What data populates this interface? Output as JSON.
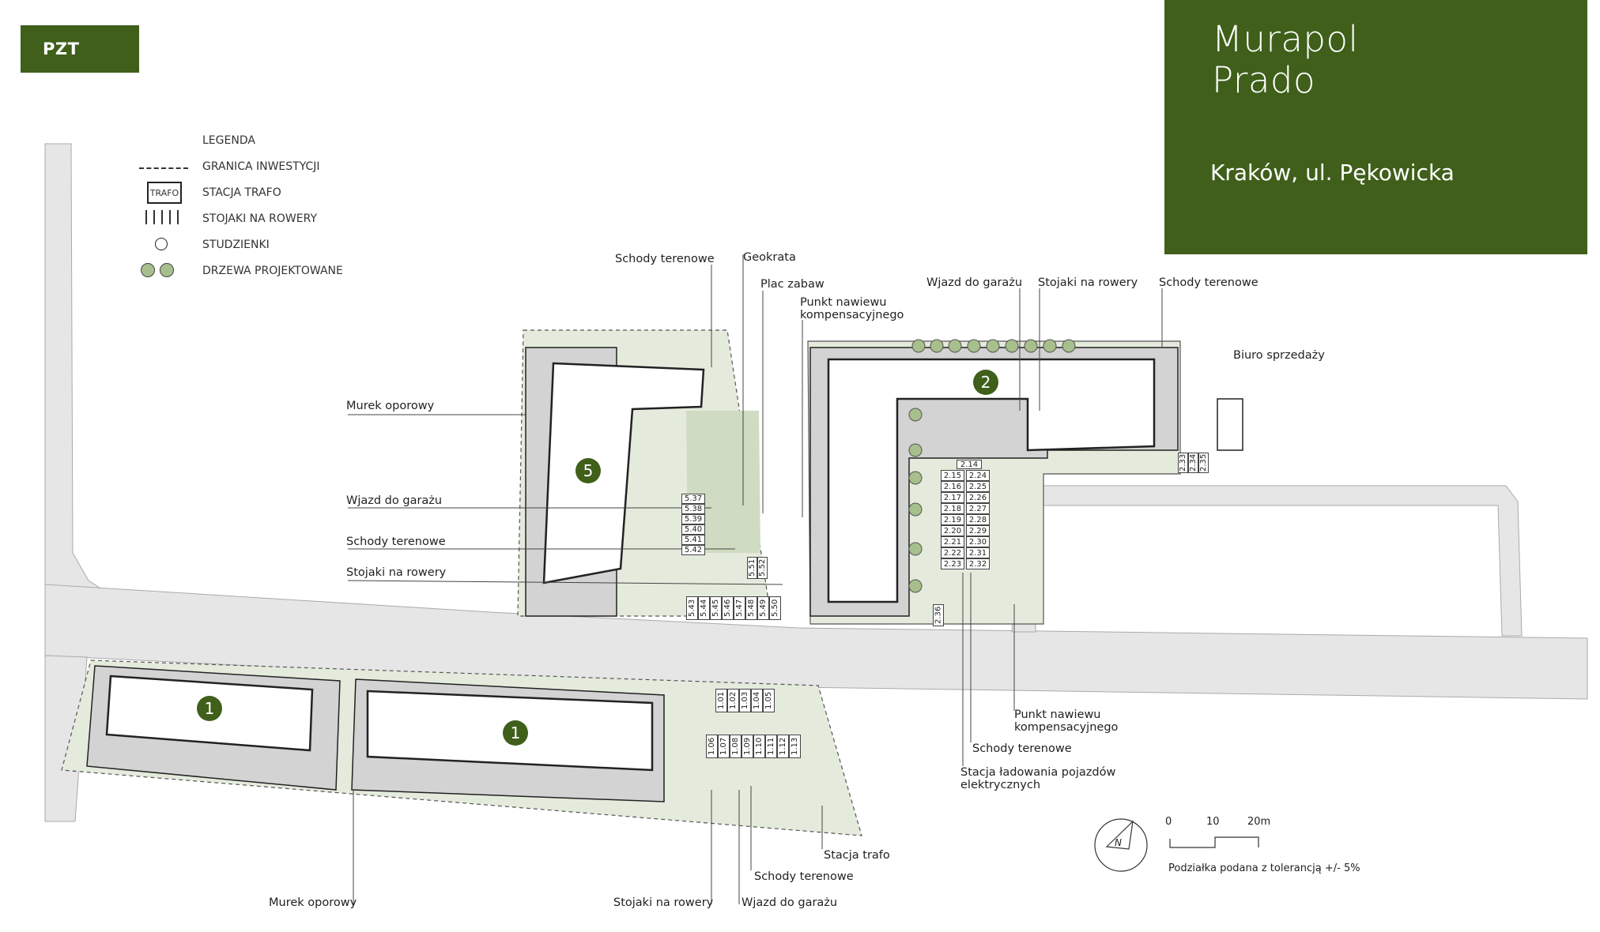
{
  "badge": {
    "label": "PZT"
  },
  "project": {
    "name_line1": "Murapol",
    "name_line2": "Prado",
    "location": "Kraków, ul. Pękowicka"
  },
  "legend": {
    "title": "LEGENDA",
    "items": [
      {
        "label": "GRANICA INWESTYCJI",
        "icon": "dashed-line-icon"
      },
      {
        "label": "STACJA TRAFO",
        "icon": "trafo-icon",
        "icon_text": "TRAFO"
      },
      {
        "label": "STOJAKI NA ROWERY",
        "icon": "bike-rack-icon"
      },
      {
        "label": "STUDZIENKI",
        "icon": "manhole-icon"
      },
      {
        "label": "DRZEWA PROJEKTOWANE",
        "icon": "tree-icon"
      }
    ]
  },
  "buildings": [
    {
      "label": "5"
    },
    {
      "label": "2"
    },
    {
      "label": "1"
    },
    {
      "label": "1"
    }
  ],
  "annotations": {
    "schody_top": "Schody terenowe",
    "geokrata": "Geokrata",
    "plac_zabaw": "Plac zabaw",
    "punkt_top_l1": "Punkt nawiewu",
    "punkt_top_l2": "kompensacyjnego",
    "wjazd_top": "Wjazd do garażu",
    "stojaki_top": "Stojaki na rowery",
    "schody_top_right": "Schody terenowe",
    "biuro": "Biuro sprzedaży",
    "murek_left": "Murek oporowy",
    "wjazd_left": "Wjazd do garażu",
    "schody_left": "Schody terenowe",
    "stojaki_left": "Stojaki na rowery",
    "punkt_mid_l1": "Punkt nawiewu",
    "punkt_mid_l2": "kompensacyjnego",
    "schody_mid": "Schody terenowe",
    "stacja_l1": "Stacja ładowania pojazdów",
    "stacja_l2": "elektrycznych",
    "stacja_trafo": "Stacja trafo",
    "schody_bottom": "Schody terenowe",
    "murek_bottom": "Murek oporowy",
    "stojaki_bottom": "Stojaki na rowery",
    "wjazd_bottom": "Wjazd do garażu"
  },
  "parking": {
    "b5": [
      "5.37",
      "5.38",
      "5.39",
      "5.40",
      "5.41",
      "5.42"
    ],
    "b5_row": [
      "5.43",
      "5.44",
      "5.45",
      "5.46",
      "5.47",
      "5.48",
      "5.49",
      "5.50"
    ],
    "b5_side": [
      "5.51",
      "5.52"
    ],
    "b2_left": [
      "2.15",
      "2.16",
      "2.17",
      "2.18",
      "2.19",
      "2.20",
      "2.21",
      "2.22",
      "2.23"
    ],
    "b2_right": [
      "2.24",
      "2.25",
      "2.26",
      "2.27",
      "2.28",
      "2.29",
      "2.30",
      "2.31",
      "2.32"
    ],
    "b2_top": "2.14",
    "b2_extra": [
      "2.33",
      "2.34",
      "2.35"
    ],
    "b2_bottom": "2.36",
    "b1_top": [
      "1.01",
      "1.02",
      "1.03",
      "1.04",
      "1.05"
    ],
    "b1_bottom": [
      "1.06",
      "1.07",
      "1.08",
      "1.09",
      "1.10",
      "1.11",
      "1.12",
      "1.13"
    ]
  },
  "scale": {
    "t0": "0",
    "t1": "10",
    "t2": "20m",
    "note": "Podziałka podana z tolerancją +/- 5%",
    "north": "N"
  },
  "colors": {
    "brand_green": "#3f5f1a",
    "green_area": "#e4ebdd",
    "road": "#e6e6e6",
    "building": "#ffffff"
  }
}
